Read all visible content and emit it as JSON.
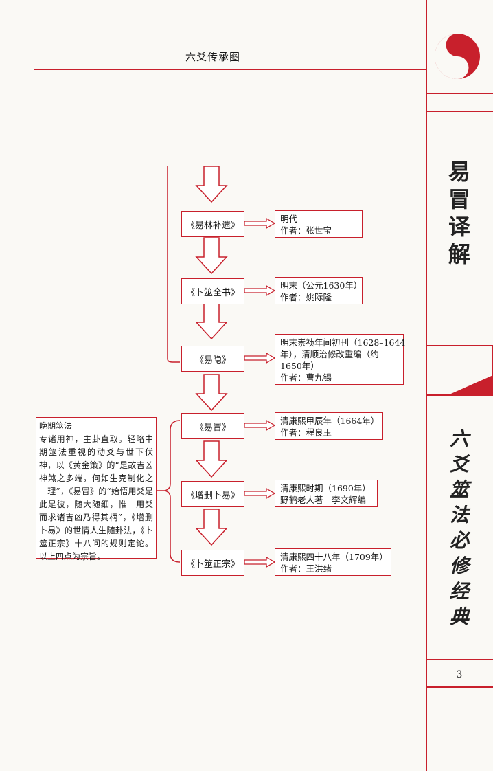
{
  "header": {
    "title": "六爻传承图"
  },
  "sidebar": {
    "title": "易冒译解",
    "subtitle": "六爻筮法必修经典",
    "page_number": "3",
    "accent_color": "#c8202c"
  },
  "lineage": [
    {
      "book": "《易林补遗》",
      "info": [
        "明代",
        "作者：张世宝"
      ]
    },
    {
      "book": "《卜筮全书》",
      "info": [
        "明末（公元1630年）",
        "作者：姚际隆"
      ]
    },
    {
      "book": "《易隐》",
      "info": [
        "明末崇祯年间初刊（1628–1644",
        "年），清顺治修改重编（约",
        "1650年）",
        "作者：曹九锡"
      ]
    },
    {
      "book": "《易冒》",
      "info": [
        "清康熙甲辰年（1664年）",
        "作者：程良玉"
      ]
    },
    {
      "book": "《增删卜易》",
      "info": [
        "清康熙时期（1690年）",
        "野鹤老人著　李文辉编"
      ]
    },
    {
      "book": "《卜筮正宗》",
      "info": [
        "清康熙四十八年（1709年）",
        "作者：王洪绪"
      ]
    }
  ],
  "late_period_note": {
    "title": "晚期筮法",
    "body": "专诸用神，主卦直取。轻略中期筮法重视的动爻与世下伏神，以《黄金策》的“是故吉凶神煞之多端，何如生克制化之一理”，《易冒》的“始悟用爻是此是彼，随大随细，惟一用爻而求诸吉凶乃得其柄”，《增删卜易》的世情人生随卦法，《卜筮正宗》十八问的规则定论。以上四点为宗旨。"
  }
}
